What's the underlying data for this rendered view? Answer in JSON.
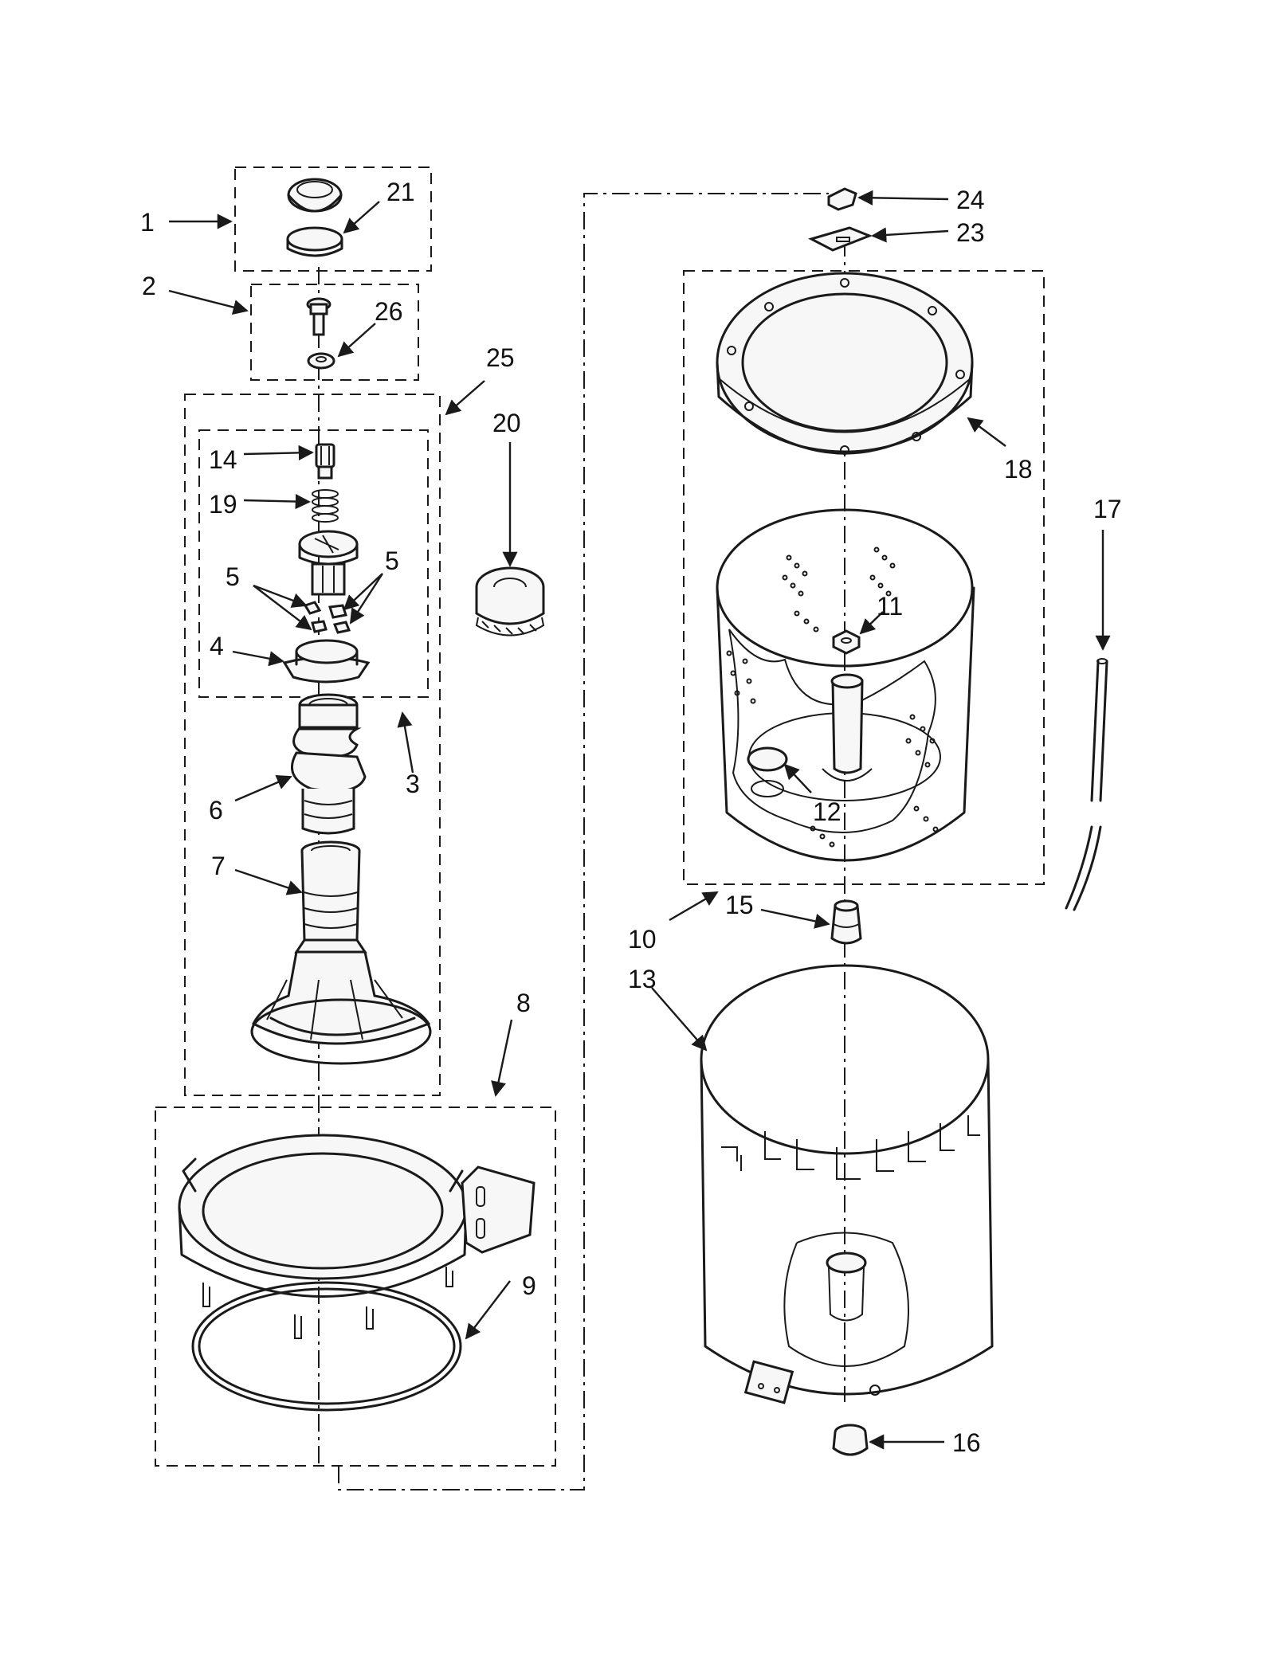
{
  "callouts": {
    "c1": "1",
    "c2": "2",
    "c3": "3",
    "c4": "4",
    "c5a": "5",
    "c5b": "5",
    "c6": "6",
    "c7": "7",
    "c8": "8",
    "c9": "9",
    "c10": "10",
    "c11": "11",
    "c12": "12",
    "c13": "13",
    "c14": "14",
    "c15": "15",
    "c16": "16",
    "c17": "17",
    "c18": "18",
    "c19": "19",
    "c20": "20",
    "c21": "21",
    "c23": "23",
    "c24": "24",
    "c25": "25",
    "c26": "26"
  },
  "colors": {
    "line": "#1a1a1a",
    "background": "#ffffff"
  }
}
